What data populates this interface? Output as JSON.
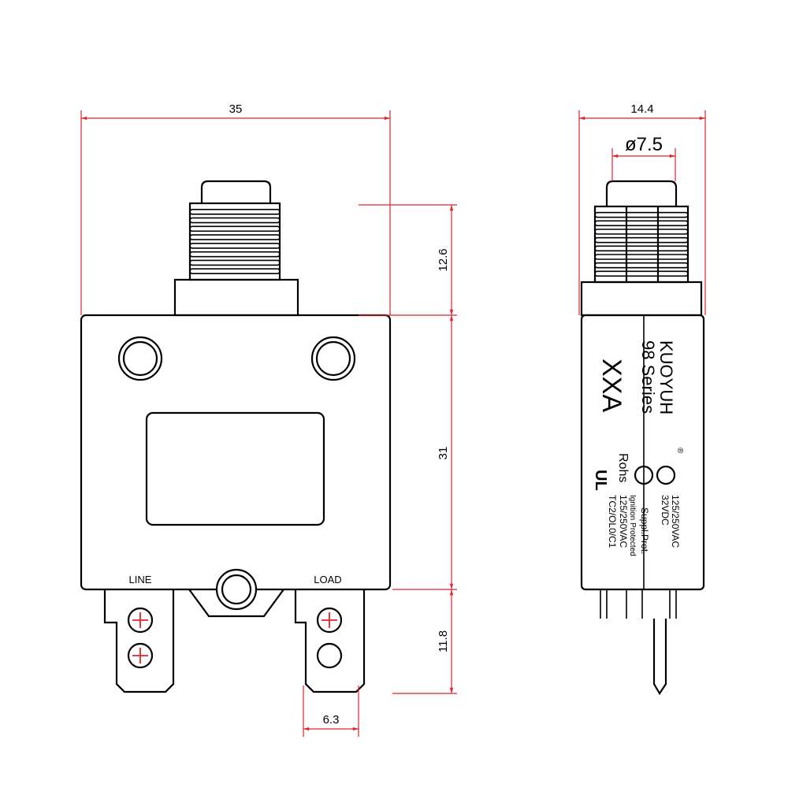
{
  "dimensions": {
    "width": "35",
    "button_height": "12.6",
    "body_height": "31",
    "terminal_height": "11.8",
    "terminal_width": "6.3",
    "side_width": "14.4",
    "button_diameter": "ø7.5"
  },
  "front_labels": {
    "line": "LINE",
    "load": "LOAD"
  },
  "side_text": {
    "brand": "KUOYUH",
    "registered": "®",
    "series": "98 Series",
    "rating": "XXA",
    "rohs": "Rohs",
    "ac_rating": "125/250VAC",
    "dc_rating": "32VDC",
    "suppl": "Suppl.Prot.",
    "ignition": "Ignition Protected",
    "ac_rating2": "125/250VAC",
    "code": "TC2/OL0/C1"
  },
  "colors": {
    "dimension": "#e0242c",
    "outline": "#000000"
  }
}
